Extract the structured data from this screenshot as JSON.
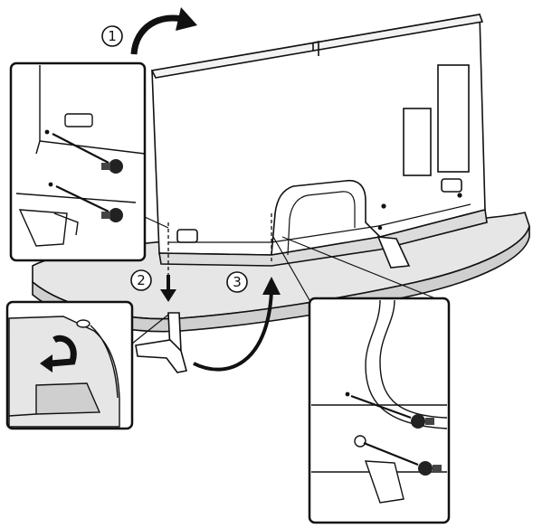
{
  "steps": [
    {
      "label": "1"
    },
    {
      "label": "2"
    },
    {
      "label": "3"
    }
  ],
  "colors": {
    "line": "#111111",
    "panel_bg": "#ffffff",
    "base_fill": "#e6e6e6",
    "screw_fill": "#222222",
    "inset_dark": "#4a4a4a"
  }
}
